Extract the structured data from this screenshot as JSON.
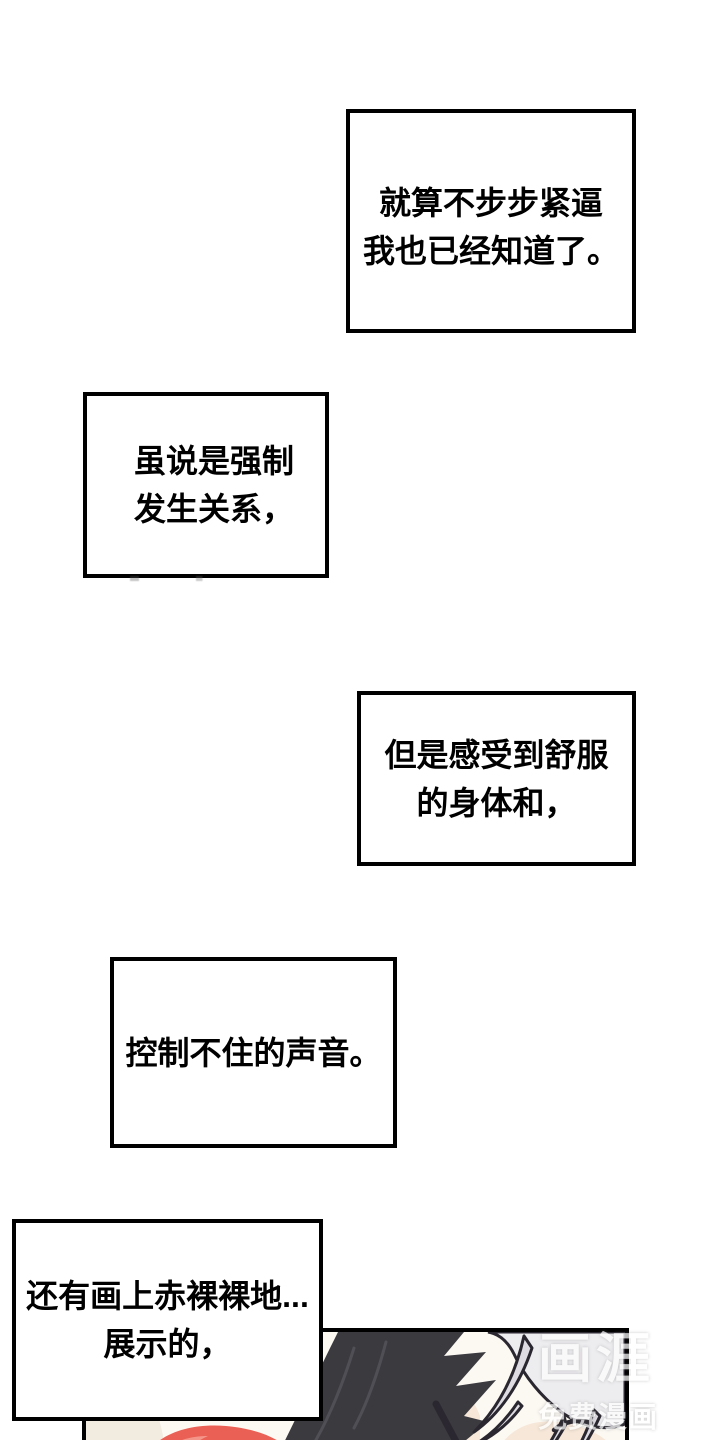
{
  "page": {
    "background": "#ffffff",
    "box_border_color": "#000000"
  },
  "narration_boxes": [
    {
      "lines": [
        "就算不步步紧逼",
        "我也已经知道了。"
      ]
    },
    {
      "lines": [
        "虽说是强制",
        "发生关系，"
      ]
    },
    {
      "lines": [
        "但是感受到舒服",
        "的身体和，"
      ]
    },
    {
      "lines": [
        "控制不住的声音。"
      ]
    },
    {
      "lines": [
        "还有画上赤裸裸地...",
        "展示的，"
      ]
    }
  ],
  "watermark": {
    "logo": "画涯",
    "subtext": "免费漫画",
    "color": "#ffffff"
  },
  "artwork": {
    "colors": {
      "background": "#fcf9f3",
      "skin": "#f6e7d8",
      "blush": "#eeb4ab",
      "hair_dark": "#3b3a3f",
      "hair_dark_highlight": "#5a5860",
      "hair_light": "#edecef",
      "hair_light_shadow": "#dedce2",
      "outline": "#2b2730",
      "cloth_red": "#ea6054",
      "cloth_red_light": "#f4958a",
      "side_beige": "#f1ebe0"
    }
  }
}
